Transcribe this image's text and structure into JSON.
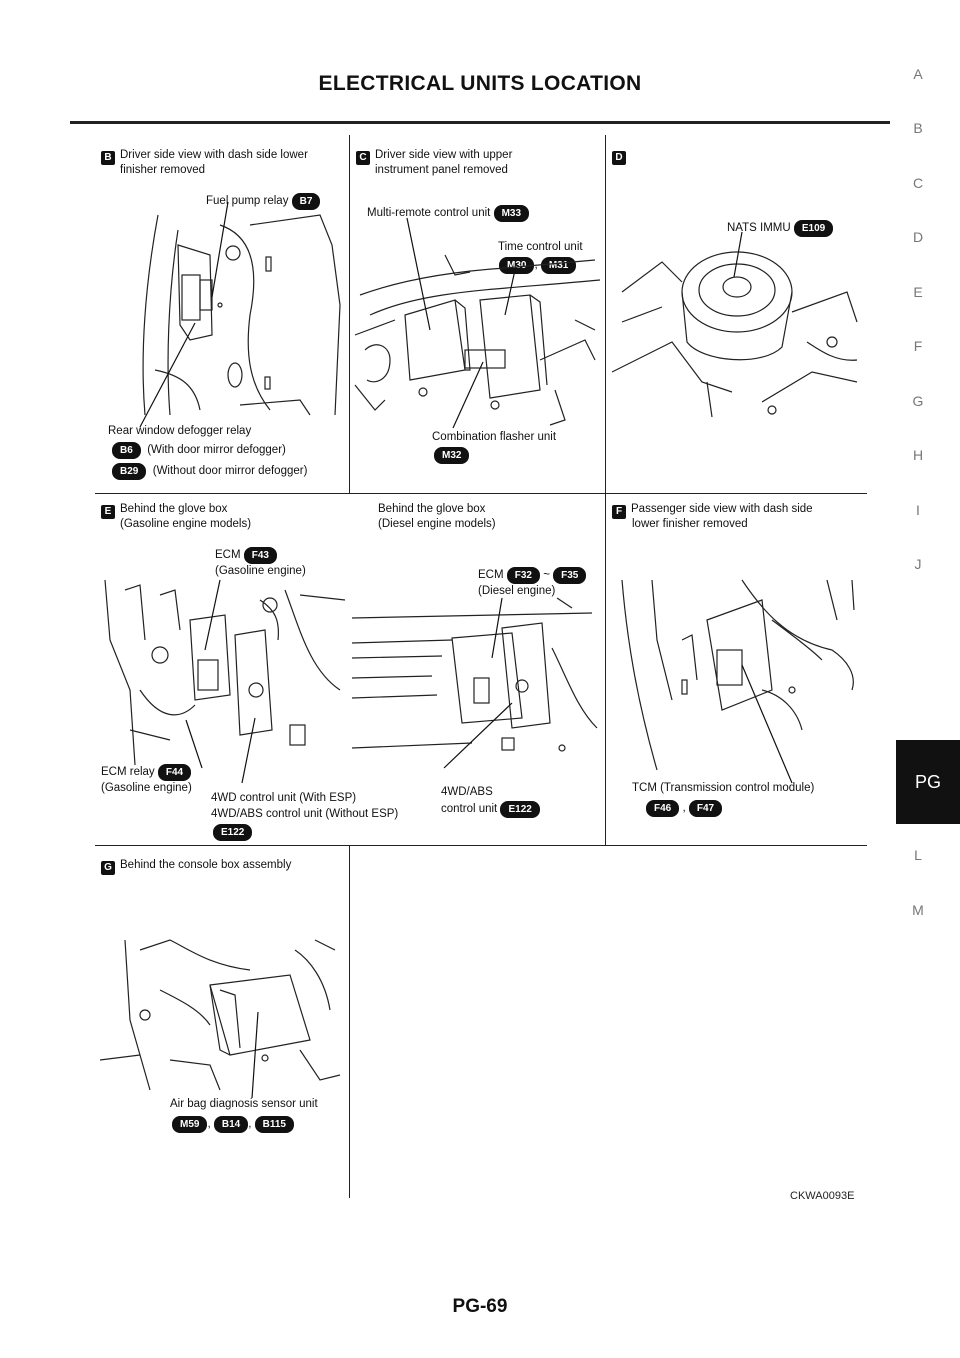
{
  "page": {
    "title": "ELECTRICAL UNITS LOCATION",
    "page_number": "PG-69",
    "figure_code": "CKWA0093E",
    "side_index": [
      "A",
      "B",
      "C",
      "D",
      "E",
      "F",
      "G",
      "H",
      "I",
      "J",
      "L",
      "M"
    ],
    "active_tab": "PG"
  },
  "panels": {
    "b": {
      "badge": "B",
      "heading_1": "Driver side view with dash side lower",
      "heading_2": "finisher removed",
      "fuel_pump": "Fuel pump relay",
      "fuel_pump_conn": "B7",
      "rear_defog": "Rear window defogger relay",
      "conn_b6": "B6",
      "b6_note": "(With door mirror defogger)",
      "conn_b29": "B29",
      "b29_note": "(Without door mirror defogger)"
    },
    "c": {
      "badge": "C",
      "heading_1": "Driver side view with upper",
      "heading_2": "instrument panel removed",
      "multi_remote": "Multi-remote control unit",
      "multi_remote_conn": "M33",
      "time_control": "Time control unit",
      "time_conn_1": "M30",
      "time_conn_2": "M31",
      "comma": ",",
      "flasher": "Combination flasher unit",
      "flasher_conn": "M32"
    },
    "d": {
      "badge": "D",
      "nats": "NATS IMMU",
      "nats_conn": "E109"
    },
    "e": {
      "badge": "E",
      "heading_1": "Behind the glove box",
      "heading_2": "(Gasoline engine models)",
      "heading_diesel_1": "Behind the glove box",
      "heading_diesel_2": "(Diesel engine models)",
      "ecm": "ECM",
      "ecm_gas_conn": "F43",
      "ecm_gas_note": "(Gasoline engine)",
      "ecm_diesel_conn_1": "F32",
      "tilde": "~",
      "ecm_diesel_conn_2": "F35",
      "ecm_diesel_note": "(Diesel engine)",
      "ecm_relay": "ECM relay",
      "ecm_relay_conn": "F44",
      "ecm_relay_note": "(Gasoline engine)",
      "awd_1": "4WD control unit (With ESP)",
      "awd_2": "4WD/ABS control unit (Without ESP)",
      "awd_conn": "E122",
      "abs_1": "4WD/ABS",
      "abs_2": "control unit",
      "abs_conn": "E122"
    },
    "f": {
      "badge": "F",
      "heading_1": "Passenger side view with dash side",
      "heading_2": "lower finisher removed",
      "tcm": "TCM (Transmission control module)",
      "tcm_conn_1": "F46",
      "tcm_conn_2": "F47",
      "comma": ","
    },
    "g": {
      "badge": "G",
      "heading": "Behind the console box assembly",
      "airbag": "Air bag diagnosis sensor unit",
      "airbag_conn_1": "M59",
      "airbag_conn_2": "B14",
      "airbag_conn_3": "B115",
      "comma": ","
    }
  }
}
